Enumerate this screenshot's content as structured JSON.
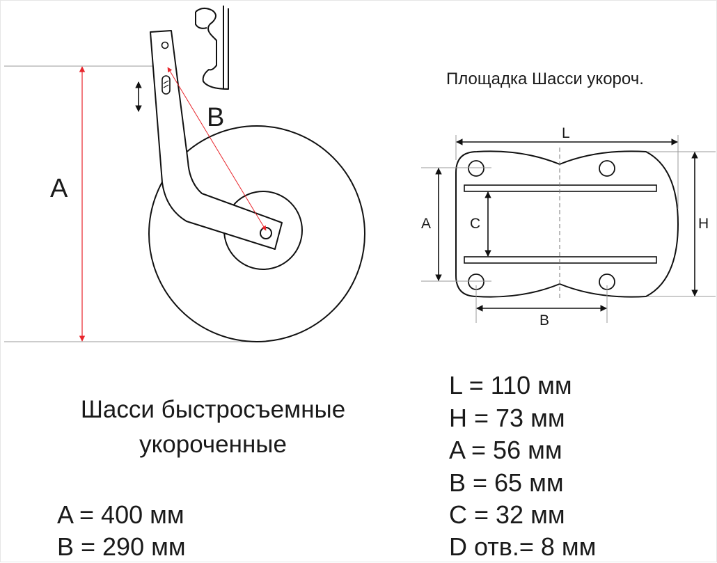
{
  "wheel_diagram": {
    "labels": {
      "a": "A",
      "b": "B"
    },
    "title": "Шасси быстросъемные укороченные",
    "dimensions": [
      {
        "text": "A = 400 мм"
      },
      {
        "text": "B = 290 мм"
      }
    ]
  },
  "plate_diagram": {
    "title": "Площадка Шасси укороч.",
    "labels": {
      "l": "L",
      "h": "H",
      "a": "A",
      "b": "B",
      "c": "C"
    },
    "dimensions": [
      {
        "text": "L  = 110 мм"
      },
      {
        "text": "H = 73 мм"
      },
      {
        "text": "A = 56 мм"
      },
      {
        "text": "B = 65 мм"
      },
      {
        "text": "C = 32 мм"
      },
      {
        "text": "D отв.= 8 мм"
      }
    ]
  },
  "colors": {
    "dimension_red": "#e8262c",
    "line": "#1a1a1a",
    "guide": "#9a9a9a"
  }
}
